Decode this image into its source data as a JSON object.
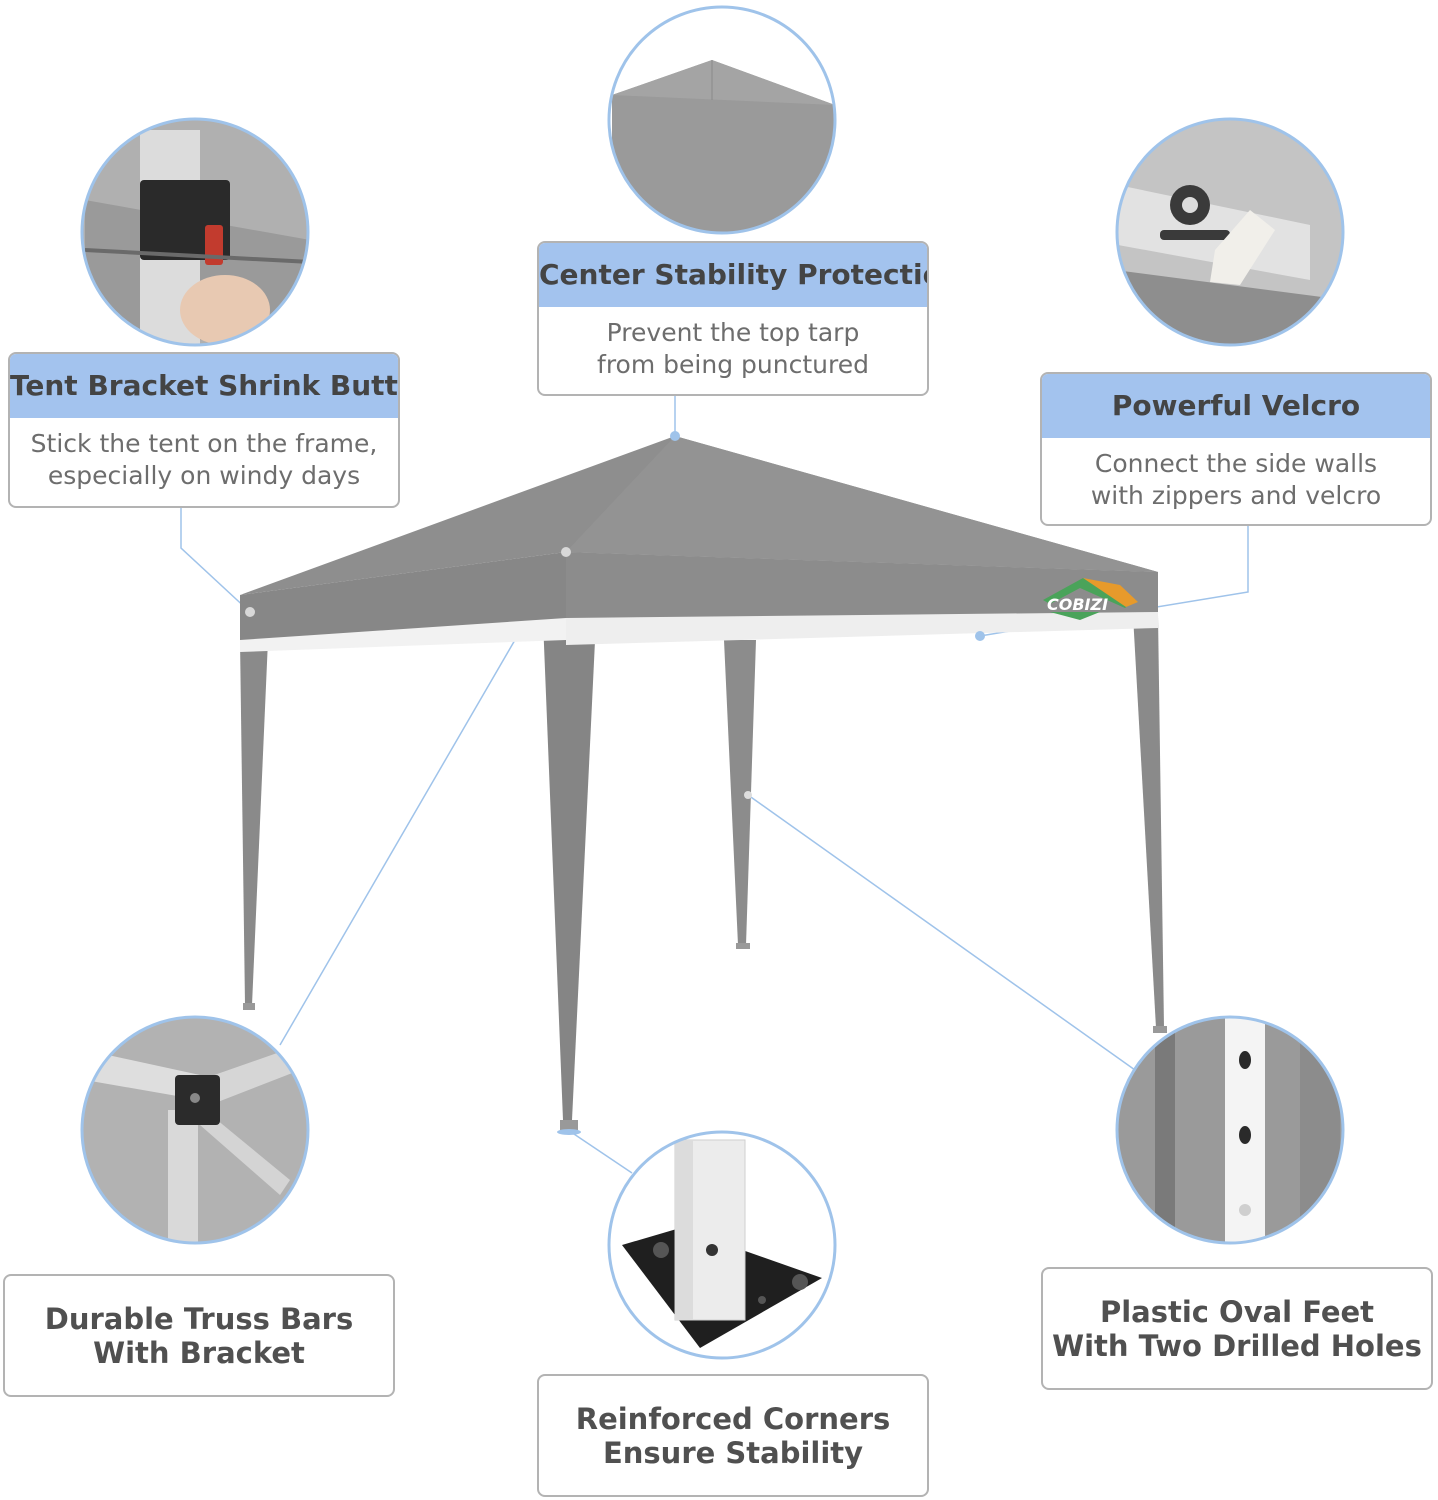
{
  "brand": {
    "logo_text": "COBIZI",
    "colors": {
      "green": "#4aa35a",
      "orange": "#e79a2b",
      "blue": "#2e6fb7"
    }
  },
  "canopy": {
    "color": "#8e8e8e",
    "accent": "#a3c3ee"
  },
  "features": {
    "center_stability": {
      "title": "Center Stability Protection",
      "line1": "Prevent the top tarp",
      "line2": "from being punctured"
    },
    "tent_bracket": {
      "title": "Tent Bracket Shrink Button",
      "line1": "Stick the tent on the frame,",
      "line2": "especially on windy days"
    },
    "velcro": {
      "title": "Powerful Velcro",
      "line1": "Connect the side walls",
      "line2": "with zippers and velcro"
    },
    "truss_bars": {
      "line1": "Durable Truss Bars",
      "line2": "With Bracket"
    },
    "corners": {
      "line1": "Reinforced Corners",
      "line2": "Ensure Stability"
    },
    "oval_feet": {
      "line1": "Plastic Oval Feet",
      "line2": "With Two Drilled Holes"
    }
  }
}
